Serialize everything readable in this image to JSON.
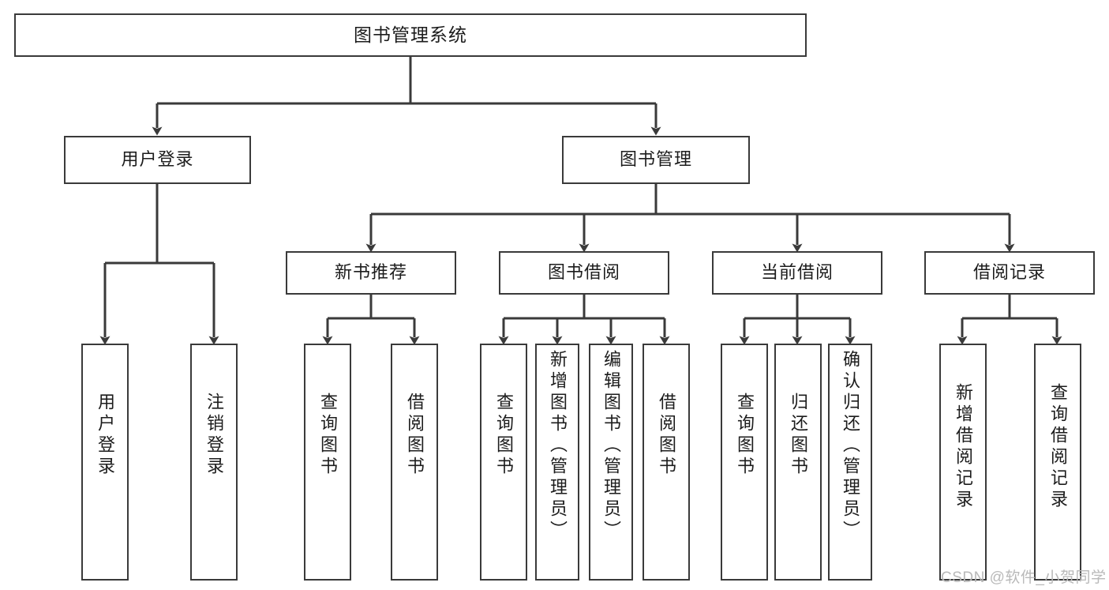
{
  "diagram": {
    "type": "tree-hierarchy",
    "title": "图书管理系统",
    "watermark": "CSDN @软件_小贺同学",
    "colors": {
      "box_border": "#3a3a3a",
      "box_fill": "#ffffff",
      "connector": "#3a3a3a",
      "text": "#1c1c1c",
      "watermark": "#b9b9b9",
      "background": "#ffffff"
    },
    "levels": {
      "root": [
        "图书管理系统"
      ],
      "level1": [
        "用户登录",
        "图书管理"
      ],
      "level2": [
        "新书推荐",
        "图书借阅",
        "当前借阅",
        "借阅记录"
      ],
      "level3": [
        "用户登录",
        "注销登录",
        "查询图书",
        "借阅图书",
        "查询图书",
        "新增图书（管理员）",
        "编辑图书（管理员）",
        "借阅图书",
        "查询图书",
        "归还图书",
        "确认归还（管理员）",
        "新增借阅记录",
        "查询借阅记录"
      ]
    },
    "nodes": {
      "root": {
        "label": "图书管理系统"
      },
      "user_login": {
        "label": "用户登录"
      },
      "book_manage": {
        "label": "图书管理"
      },
      "new_book_rec": {
        "label": "新书推荐"
      },
      "book_borrow": {
        "label": "图书借阅"
      },
      "current_borrow": {
        "label": "当前借阅"
      },
      "borrow_record": {
        "label": "借阅记录"
      },
      "leaf_user_login": {
        "label": "用户登录"
      },
      "leaf_logout": {
        "label": "注销登录"
      },
      "leaf_query_book_1": {
        "label": "查询图书"
      },
      "leaf_borrow_book_1": {
        "label": "借阅图书"
      },
      "leaf_query_book_2": {
        "label": "查询图书"
      },
      "leaf_add_book": {
        "label": "新增图书（管理员）"
      },
      "leaf_edit_book": {
        "label": "编辑图书（管理员）"
      },
      "leaf_borrow_book_2": {
        "label": "借阅图书"
      },
      "leaf_query_book_3": {
        "label": "查询图书"
      },
      "leaf_return_book": {
        "label": "归还图书"
      },
      "leaf_confirm_return": {
        "label": "确认归还（管理员）"
      },
      "leaf_add_record": {
        "label": "新增借阅记录"
      },
      "leaf_query_record": {
        "label": "查询借阅记录"
      }
    },
    "edges": [
      {
        "from": "root",
        "to": "user_login"
      },
      {
        "from": "root",
        "to": "book_manage"
      },
      {
        "from": "user_login",
        "to": "leaf_user_login"
      },
      {
        "from": "user_login",
        "to": "leaf_logout"
      },
      {
        "from": "book_manage",
        "to": "new_book_rec"
      },
      {
        "from": "book_manage",
        "to": "book_borrow"
      },
      {
        "from": "book_manage",
        "to": "current_borrow"
      },
      {
        "from": "book_manage",
        "to": "borrow_record"
      },
      {
        "from": "new_book_rec",
        "to": "leaf_query_book_1"
      },
      {
        "from": "new_book_rec",
        "to": "leaf_borrow_book_1"
      },
      {
        "from": "book_borrow",
        "to": "leaf_query_book_2"
      },
      {
        "from": "book_borrow",
        "to": "leaf_add_book"
      },
      {
        "from": "book_borrow",
        "to": "leaf_edit_book"
      },
      {
        "from": "book_borrow",
        "to": "leaf_borrow_book_2"
      },
      {
        "from": "current_borrow",
        "to": "leaf_query_book_3"
      },
      {
        "from": "current_borrow",
        "to": "leaf_return_book"
      },
      {
        "from": "current_borrow",
        "to": "leaf_confirm_return"
      },
      {
        "from": "borrow_record",
        "to": "leaf_add_record"
      },
      {
        "from": "borrow_record",
        "to": "leaf_query_record"
      }
    ]
  }
}
